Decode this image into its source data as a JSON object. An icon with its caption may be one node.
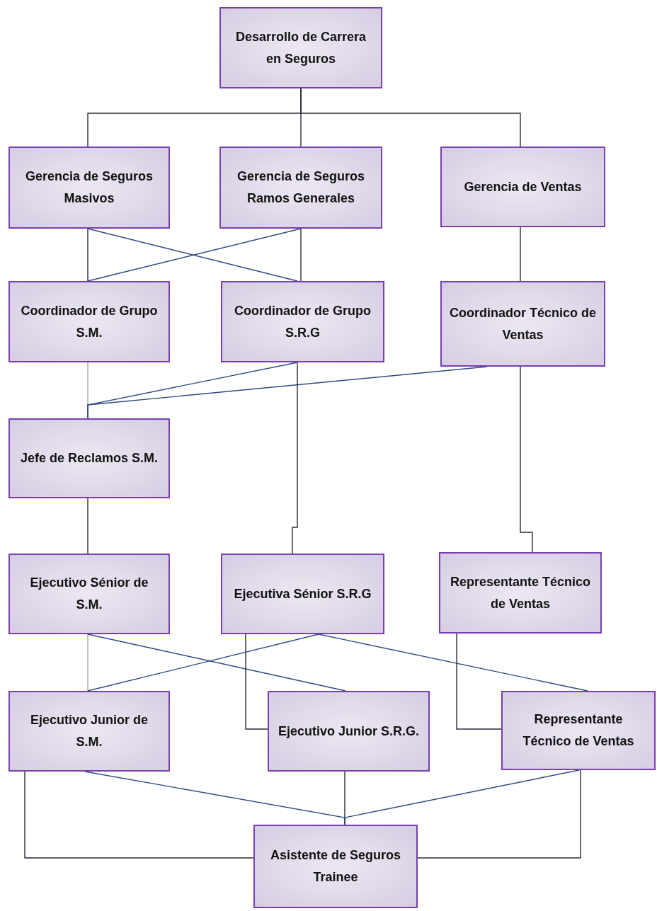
{
  "diagram": {
    "nodes": [
      {
        "text": [
          "Desarrollo de Carrera en Seguros"
        ]
      },
      {
        "text": [
          "Gerencia de Seguros Masivos"
        ]
      },
      {
        "text": [
          "Gerencia de Seguros Ramos Generales"
        ]
      },
      {
        "text": [
          "Gerencia de Ventas"
        ]
      },
      {
        "text": [
          "Coordinador de Grupo S.M."
        ]
      },
      {
        "text": [
          "Coordinador de Grupo S.R.G"
        ]
      },
      {
        "text": [
          "Coordinador Técnico de Ventas"
        ]
      },
      {
        "text": [
          "Jefe de Reclamos S.M."
        ]
      },
      {
        "text": [
          "Ejecutivo Sénior de S.M."
        ]
      },
      {
        "text": [
          "Ejecutiva Sénior S.R.G"
        ]
      },
      {
        "text": [
          "Representante Técnico de Ventas"
        ]
      },
      {
        "text": [
          "Ejecutivo Junior de S.M."
        ]
      },
      {
        "text": [
          "Ejecutivo Junior S.R.G."
        ]
      },
      {
        "text": [
          "Representante Técnico de Ventas"
        ]
      },
      {
        "text": [
          "Asistente de Seguros Trainee"
        ]
      }
    ],
    "edges": [
      {
        "from": 0,
        "to": 1,
        "arrow": "none"
      },
      {
        "from": 0,
        "to": 2,
        "arrow": "none"
      },
      {
        "from": 0,
        "to": 3,
        "arrow": "none"
      },
      {
        "from": 1,
        "to": 4,
        "arrow": "none"
      },
      {
        "from": 1,
        "to": 5,
        "arrow": "none",
        "color": "#2e4a7f"
      },
      {
        "from": 2,
        "to": 4,
        "arrow": "none",
        "color": "#2e4a7f"
      },
      {
        "from": 2,
        "to": 5,
        "arrow": "none"
      },
      {
        "from": 3,
        "to": 6,
        "arrow": "none"
      },
      {
        "from": 4,
        "to": 7,
        "arrow": "none",
        "color": "#a6a6a6"
      },
      {
        "from": 5,
        "to": 7,
        "arrow": "none",
        "color": "#2e4a7f"
      },
      {
        "from": 6,
        "to": 7,
        "arrow": "none",
        "color": "#2e4a7f"
      },
      {
        "from": 5,
        "to": 9,
        "arrow": "none"
      },
      {
        "from": 6,
        "to": 10,
        "arrow": "none"
      },
      {
        "from": 7,
        "to": 8,
        "arrow": "none"
      },
      {
        "from": 8,
        "to": 11,
        "arrow": "none",
        "color": "#a6a6a6"
      },
      {
        "from": 8,
        "to": 12,
        "arrow": "none",
        "color": "#2e4a7f"
      },
      {
        "from": 9,
        "to": 11,
        "arrow": "none",
        "color": "#2e4a7f"
      },
      {
        "from": 9,
        "to": 12,
        "arrow": "none"
      },
      {
        "from": 9,
        "to": 13,
        "arrow": "none",
        "color": "#2e4a7f"
      },
      {
        "from": 10,
        "to": 13,
        "arrow": "none"
      },
      {
        "from": 11,
        "to": 14,
        "arrow": "none",
        "color": "#2e4a7f"
      },
      {
        "from": 12,
        "to": 14,
        "arrow": "none"
      },
      {
        "from": 13,
        "to": 14,
        "arrow": "none",
        "color": "#2e4a7f"
      },
      {
        "from": 11,
        "to": 14,
        "arrow": "none"
      },
      {
        "from": 13,
        "to": 14,
        "arrow": "none"
      }
    ]
  }
}
